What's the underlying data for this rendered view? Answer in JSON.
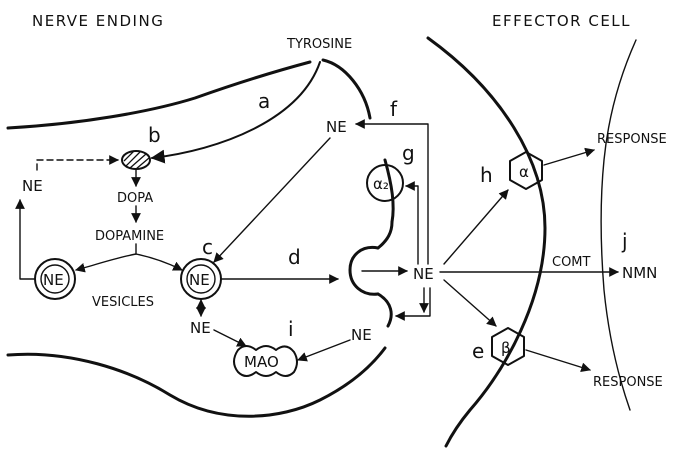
{
  "titles": {
    "left": "NERVE ENDING",
    "right": "EFFECTOR CELL"
  },
  "labels": {
    "tyrosine": "TYROSINE",
    "dopa": "DOPA",
    "dopamine": "DOPAMINE",
    "vesicles": "VESICLES",
    "ne": "NE",
    "mao": "MAO",
    "comt": "COMT",
    "nmn": "NMN",
    "response": "RESPONSE",
    "alpha": "α",
    "beta": "β",
    "alpha2": "α₂"
  },
  "letters": {
    "a": "a",
    "b": "b",
    "c": "c",
    "d": "d",
    "e": "e",
    "f": "f",
    "g": "g",
    "h": "h",
    "i": "i",
    "j": "j"
  }
}
